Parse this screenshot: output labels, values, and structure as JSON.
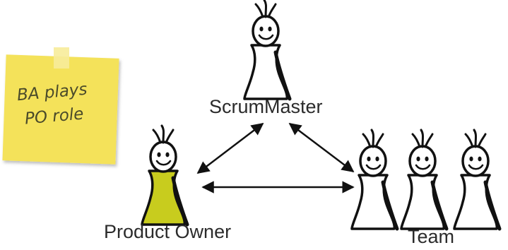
{
  "roles": {
    "scrum_master": "ScrumMaster",
    "product_owner": "Product Owner",
    "team": "Team"
  },
  "sticky_note": {
    "line1": "BA plays",
    "line2": "PO role"
  },
  "colors": {
    "note_yellow": "#f4e25a",
    "note_tape": "#f7ec9a",
    "po_body_fill": "#c8cc1e",
    "figure_outline": "#111111",
    "arrow": "#111111"
  },
  "icons": [
    "stick-figure-scrummaster",
    "stick-figure-product-owner",
    "stick-figure-team-member"
  ]
}
